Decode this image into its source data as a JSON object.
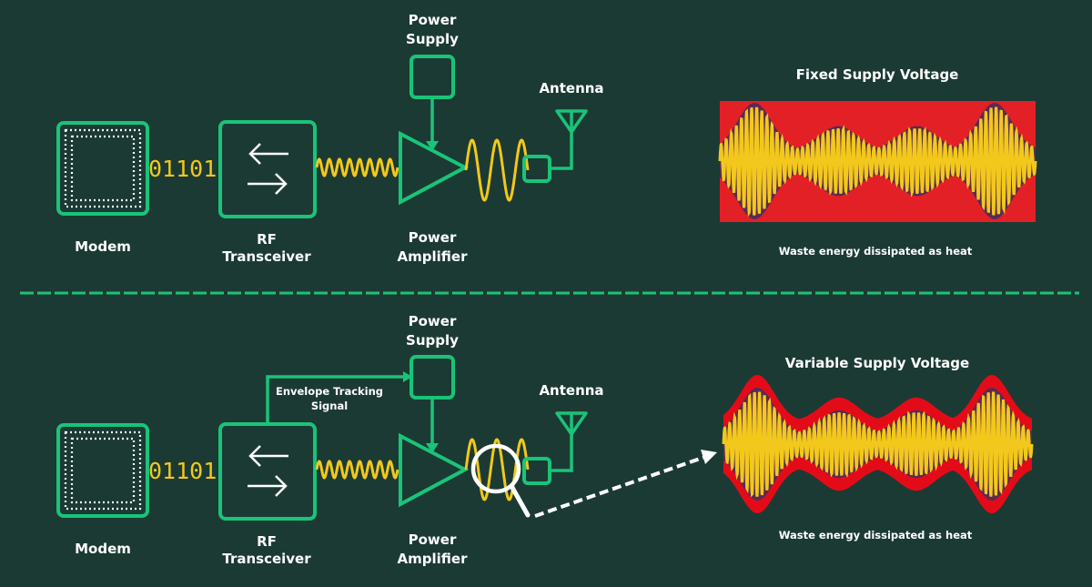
{
  "colors": {
    "background": "#1c3a34",
    "component_stroke": "#19c479",
    "signal": "#f2c81c",
    "waste_heat": "#e32026",
    "envelope": "#5a2a55",
    "text": "#ffffff"
  },
  "top_section": {
    "modem_label": "Modem",
    "bitstream": "01101",
    "transceiver_label_line1": "RF",
    "transceiver_label_line2": "Transceiver",
    "power_supply_label_line1": "Power",
    "power_supply_label_line2": "Supply",
    "amplifier_label_line1": "Power",
    "amplifier_label_line2": "Amplifier",
    "antenna_label": "Antenna",
    "panel_title": "Fixed Supply Voltage",
    "panel_caption": "Waste energy dissipated as heat"
  },
  "bottom_section": {
    "modem_label": "Modem",
    "bitstream": "01101",
    "transceiver_label_line1": "RF",
    "transceiver_label_line2": "Transceiver",
    "power_supply_label_line1": "Power",
    "power_supply_label_line2": "Supply",
    "amplifier_label_line1": "Power",
    "amplifier_label_line2": "Amplifier",
    "antenna_label": "Antenna",
    "tracking_label_line1": "Envelope Tracking",
    "tracking_label_line2": "Signal",
    "panel_title": "Variable Supply Voltage",
    "panel_caption": "Waste energy dissipated as heat"
  },
  "icons": {
    "modem": "chip-icon",
    "transceiver": "bidirectional-arrows-icon",
    "amplifier": "triangle-amplifier-icon",
    "antenna": "antenna-icon",
    "magnifier": "magnifying-glass-icon"
  }
}
